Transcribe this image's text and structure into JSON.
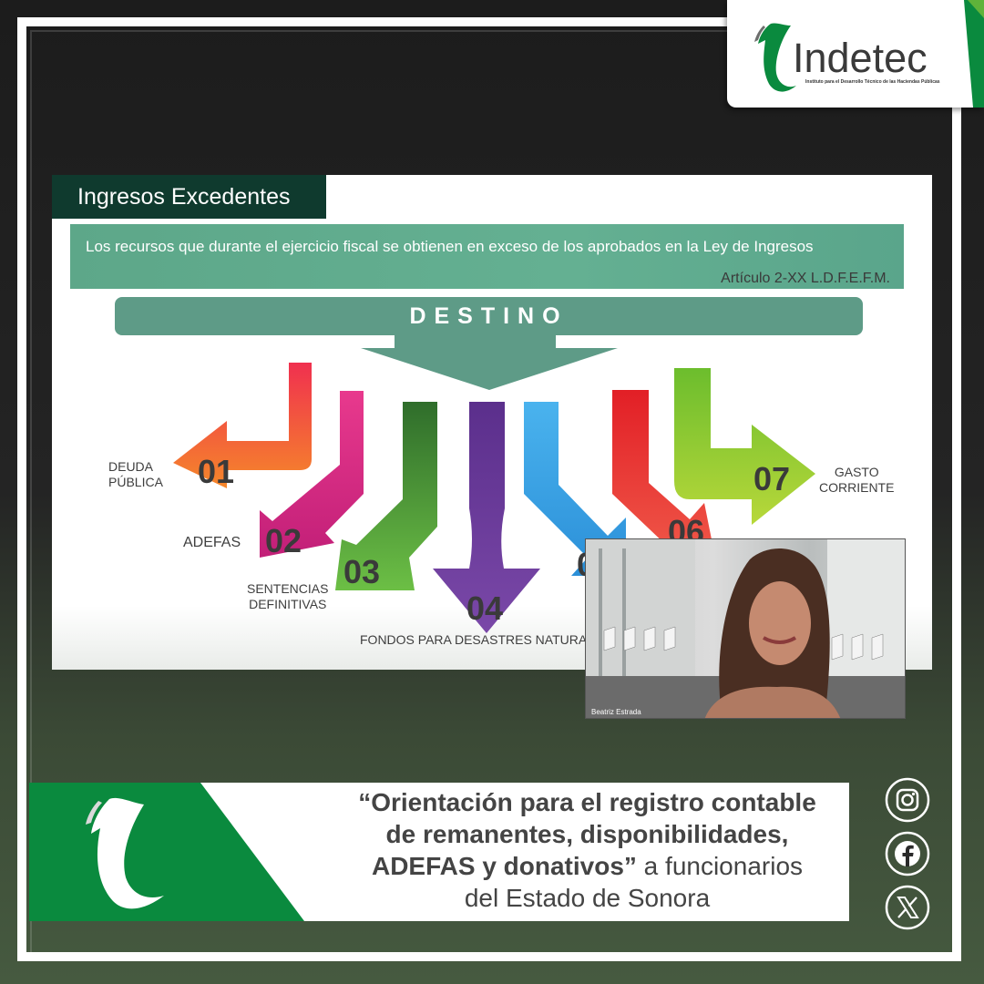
{
  "brand": {
    "name": "Indetec",
    "subtitle": "Instituto para el Desarrollo Técnico de las Haciendas Públicas",
    "green": "#0a8a3e",
    "dark_green": "#0f3a2e"
  },
  "slide": {
    "title": "Ingresos Excedentes",
    "definition": "Los recursos que durante el ejercicio fiscal se obtienen en exceso de los aprobados en la Ley de Ingresos",
    "reference": "Artículo 2-XX L.D.F.E.F.M.",
    "destino": "DESTINO",
    "items": [
      {
        "number": "01",
        "label": "DEUDA PÚBLICA",
        "color": "#f2622b"
      },
      {
        "number": "02",
        "label": "ADEFAS",
        "color": "#e8398d"
      },
      {
        "number": "03",
        "label": "SENTENCIAS DEFINITIVAS",
        "color": "#3d8f3a"
      },
      {
        "number": "04",
        "label": "FONDOS PARA DESASTRES NATURA",
        "color": "#6a3b98"
      },
      {
        "number": "0",
        "label": "",
        "color": "#39a9e6"
      },
      {
        "number": "06",
        "label": "",
        "color": "#e8322b"
      },
      {
        "number": "07",
        "label": "GASTO CORRIENTE",
        "color": "#8fc92a"
      }
    ],
    "label_lines": {
      "deuda_1": "DEUDA",
      "deuda_2": "PÚBLICA",
      "sent_1": "SENTENCIAS",
      "sent_2": "DEFINITIVAS",
      "gasto_1": "GASTO",
      "gasto_2": "CORRIENTE"
    }
  },
  "webcam": {
    "participant_name": "Beatriz Estrada"
  },
  "banner": {
    "title_bold_1": "“Orientación para el registro contable",
    "title_bold_2": "de remanentes, disponibilidades,",
    "title_bold_3": "ADEFAS y donativos”",
    "title_rest_3": " a funcionarios",
    "title_line_4": "del Estado de Sonora"
  },
  "social": [
    "instagram-icon",
    "facebook-icon",
    "x-twitter-icon"
  ]
}
